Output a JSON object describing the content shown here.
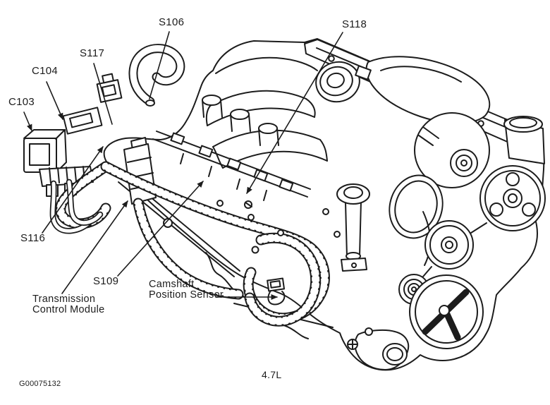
{
  "figure": {
    "engine_label": "4.7L",
    "figure_id": "G00075132"
  },
  "callouts": [
    {
      "id": "S106",
      "label": "S106"
    },
    {
      "id": "S117",
      "label": "S117"
    },
    {
      "id": "C104",
      "label": "C104"
    },
    {
      "id": "C103",
      "label": "C103"
    },
    {
      "id": "S118",
      "label": "S118"
    },
    {
      "id": "S116",
      "label": "S116"
    },
    {
      "id": "S109",
      "label": "S109"
    },
    {
      "id": "TCM",
      "line1": "Transmission",
      "line2": "Control Module"
    },
    {
      "id": "CAM",
      "line1": "Camshaft",
      "line2": "Position Sensor"
    }
  ],
  "colors": {
    "ink": "#1c1c1c",
    "paper": "#ffffff"
  }
}
